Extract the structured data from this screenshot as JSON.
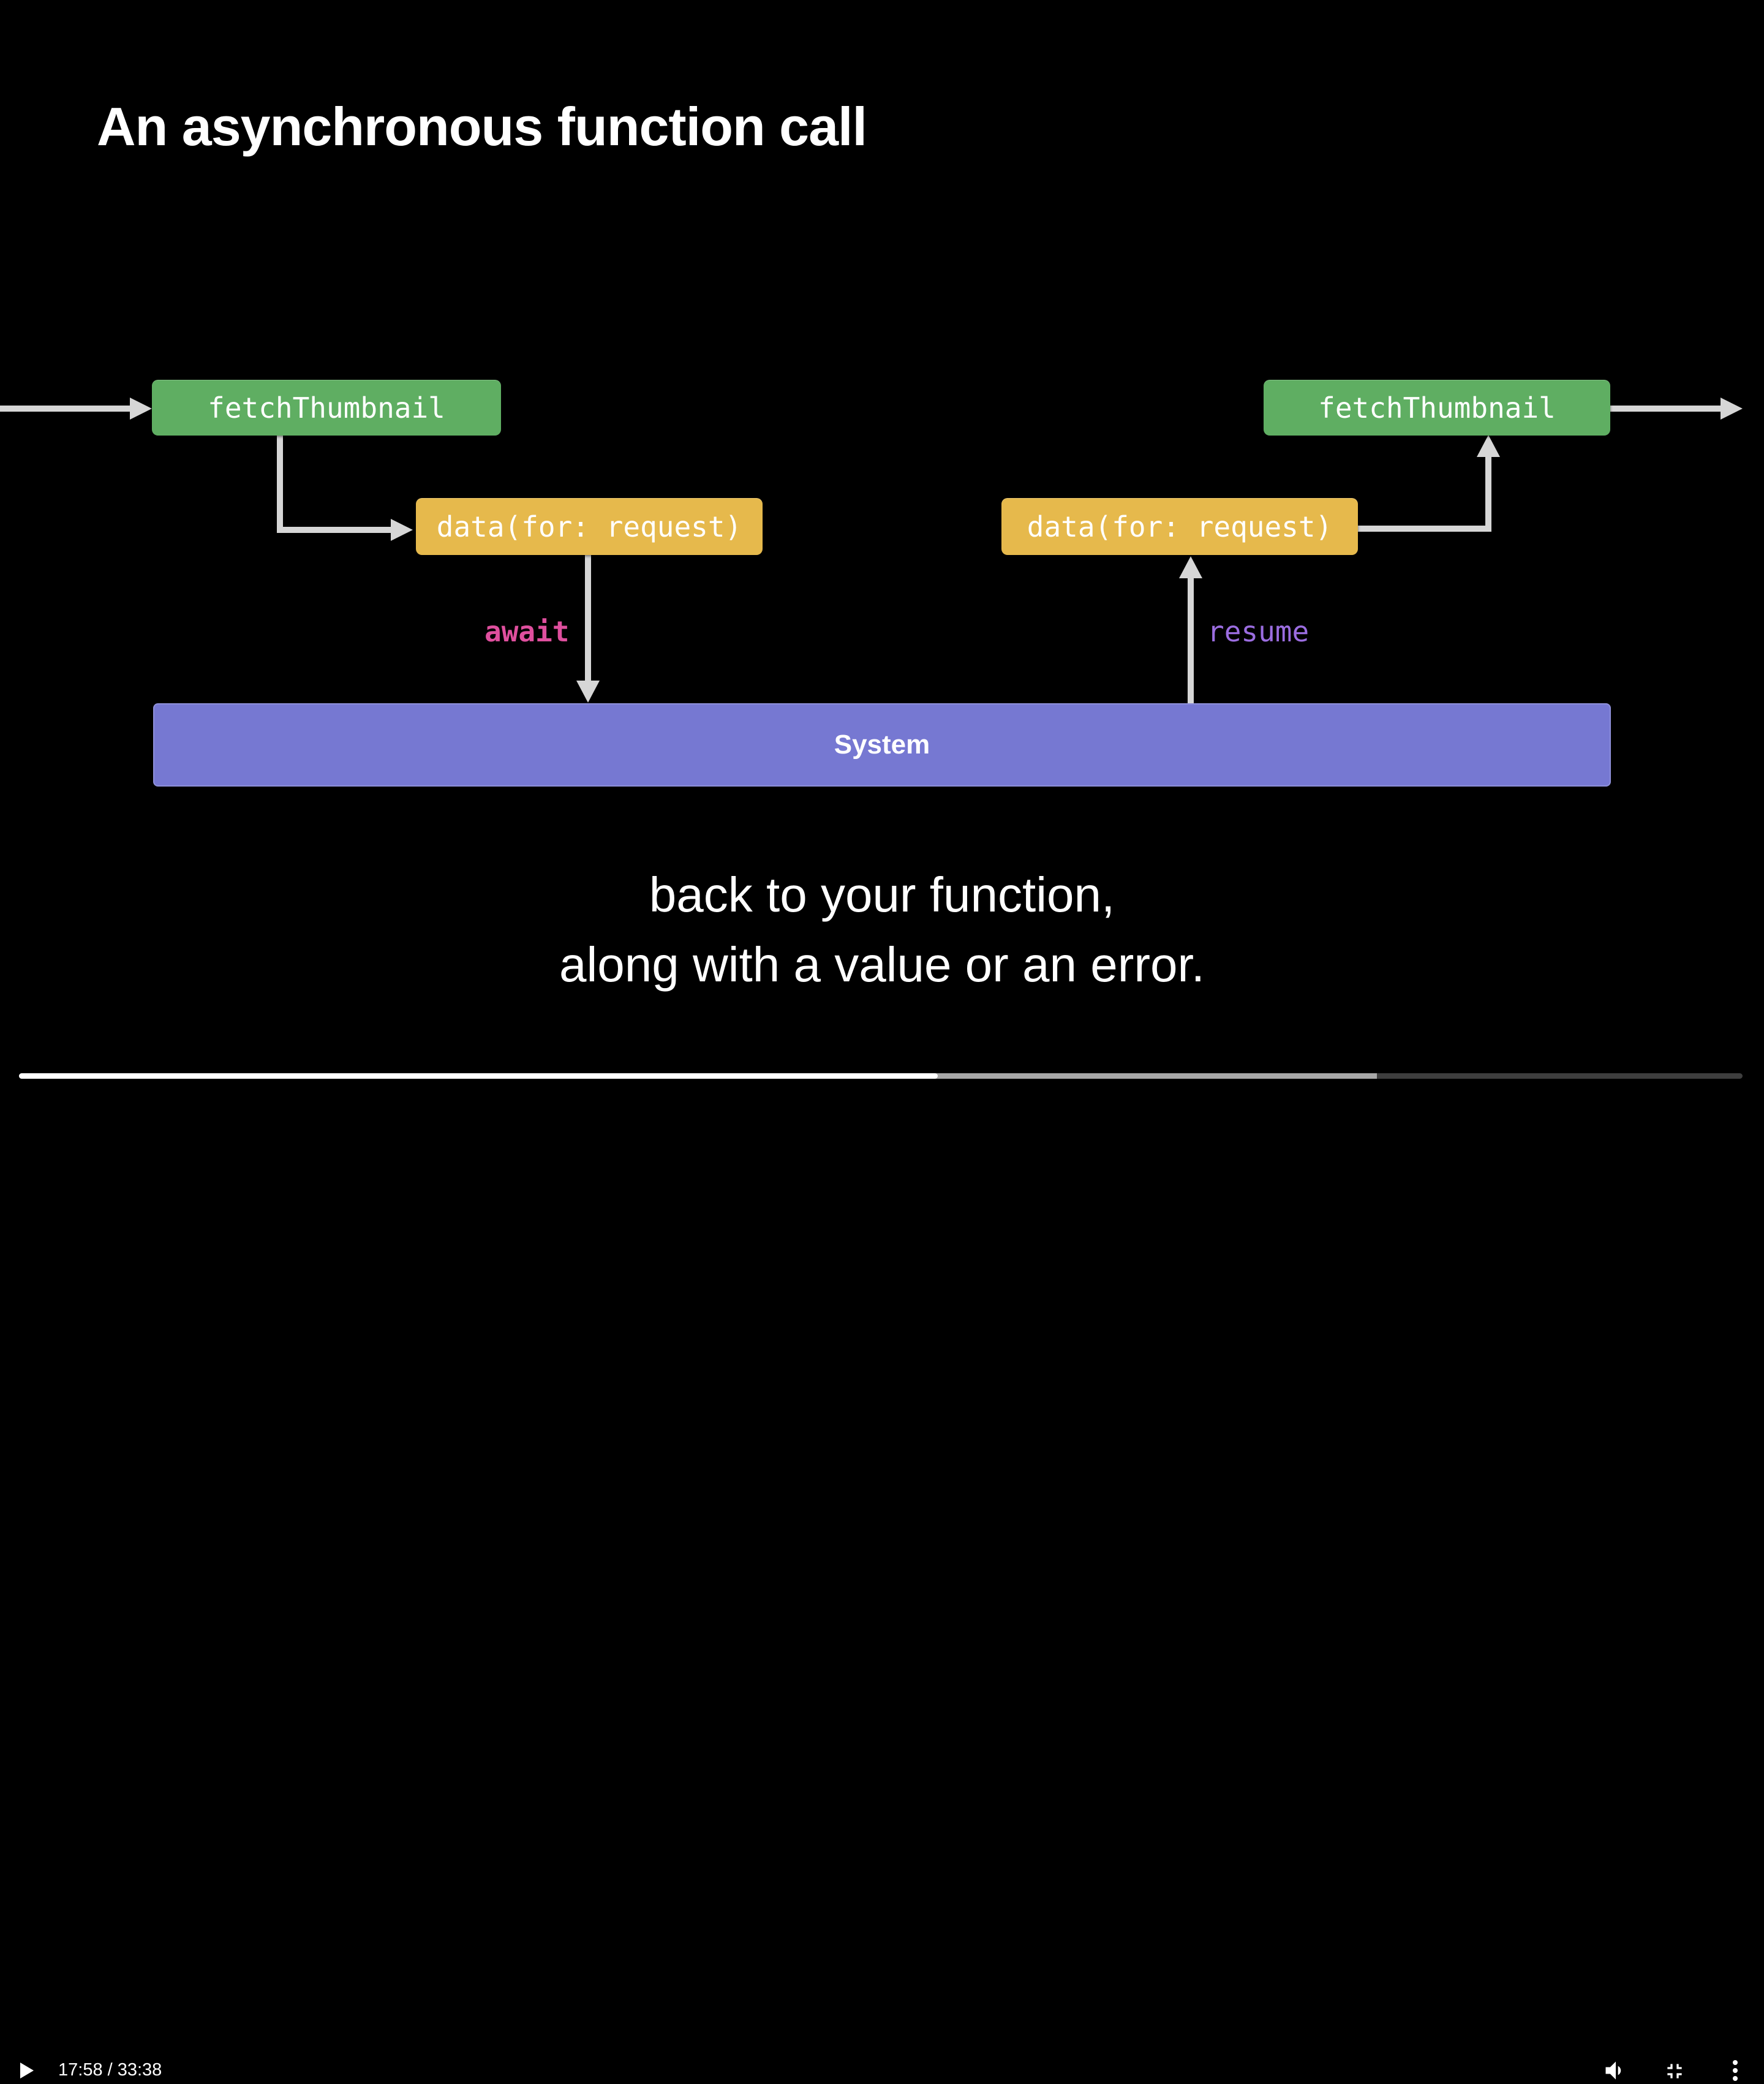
{
  "slide": {
    "title": "An asynchronous function call",
    "boxes": {
      "fetch_left": "fetchThumbnail",
      "data_left": "data(for: request)",
      "data_right": "data(for: request)",
      "fetch_right": "fetchThumbnail",
      "system": "System"
    },
    "labels": {
      "await": "await",
      "resume": "resume"
    },
    "caption": {
      "line1": "back to your function,",
      "line2": "along with a value or an error."
    },
    "colors": {
      "function_box_green": "#5fae62",
      "system_call_box_yellow": "#e6b94c",
      "system_bar_purple": "#7678d2",
      "await_keyword_pink": "#df4f9e",
      "resume_keyword_purple": "#9b6de0",
      "arrow_gray": "#d6d6d6",
      "background": "#000000"
    }
  },
  "player": {
    "time_display": "17:58 / 33:38",
    "progress": {
      "played_percent": 53.3,
      "buffered_percent": 78.8,
      "played_color": "#ffffff",
      "buffered_color": "#a7a7a7",
      "track_color": "#3e3e3e"
    },
    "icons": {
      "play": "play-icon",
      "volume": "volume-icon",
      "fullscreen_exit": "fullscreen-exit-icon",
      "overflow": "overflow-menu-icon"
    }
  }
}
